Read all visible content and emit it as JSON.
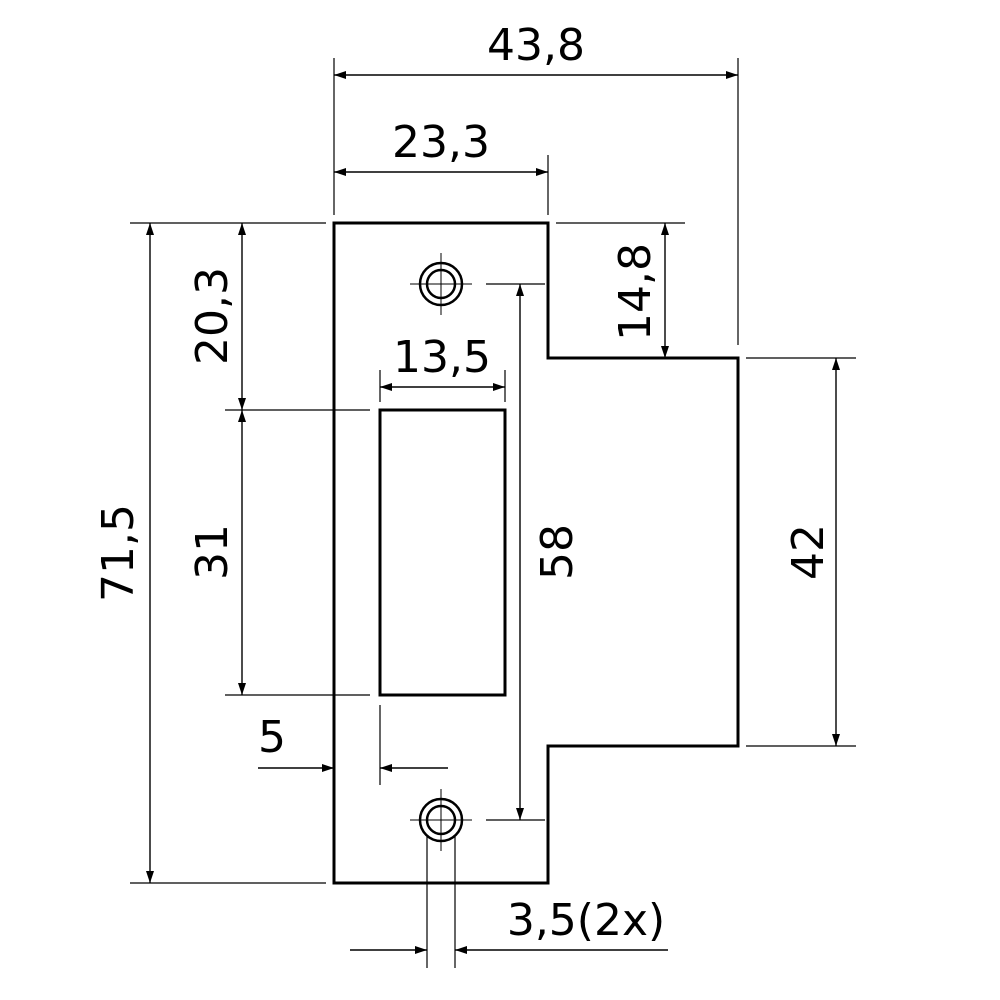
{
  "drawing": {
    "dimensions": {
      "overall_width": "43,8",
      "top_width": "23,3",
      "overall_height": "71,5",
      "top_offset": "20,3",
      "tab_offset": "14,8",
      "slot_width": "13,5",
      "slot_height": "31",
      "hole_spacing": "58",
      "tab_height": "42",
      "edge_distance": "5",
      "hole_diameter": "3,5(2x)"
    }
  }
}
